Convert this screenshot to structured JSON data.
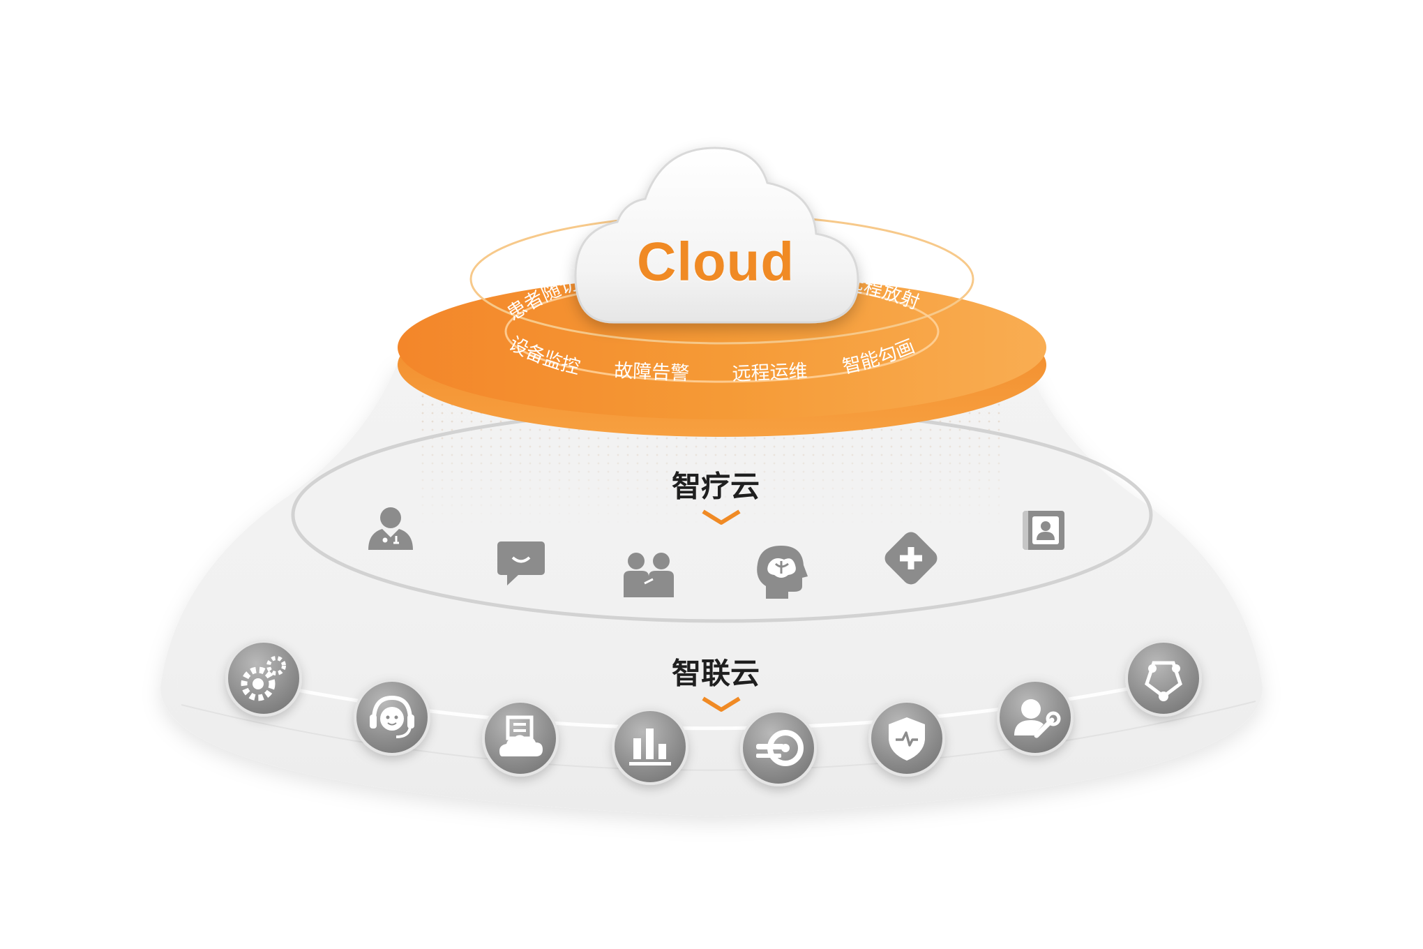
{
  "cloud": {
    "label": "Cloud",
    "services": [
      "患者随访",
      "远程放射",
      "设备监控",
      "故障告警",
      "远程运维",
      "智能勾画"
    ]
  },
  "layers": {
    "upper": {
      "title": "智疗云",
      "icons": [
        "doctor-icon",
        "chat-message-icon",
        "people-handshake-icon",
        "head-brain-icon",
        "medical-plus-icon",
        "contact-book-icon"
      ]
    },
    "lower": {
      "title": "智联云",
      "icons": [
        "gears-icon",
        "support-agent-icon",
        "cloud-document-icon",
        "bar-chart-icon",
        "ct-scanner-icon",
        "shield-pulse-icon",
        "user-tools-icon",
        "network-share-icon"
      ]
    }
  },
  "colors": {
    "accent_orange": "#f39433",
    "cloud_text_orange": "#f08a24",
    "icon_gray": "#8e8e8e",
    "platform_gray": "#eeeeee"
  }
}
